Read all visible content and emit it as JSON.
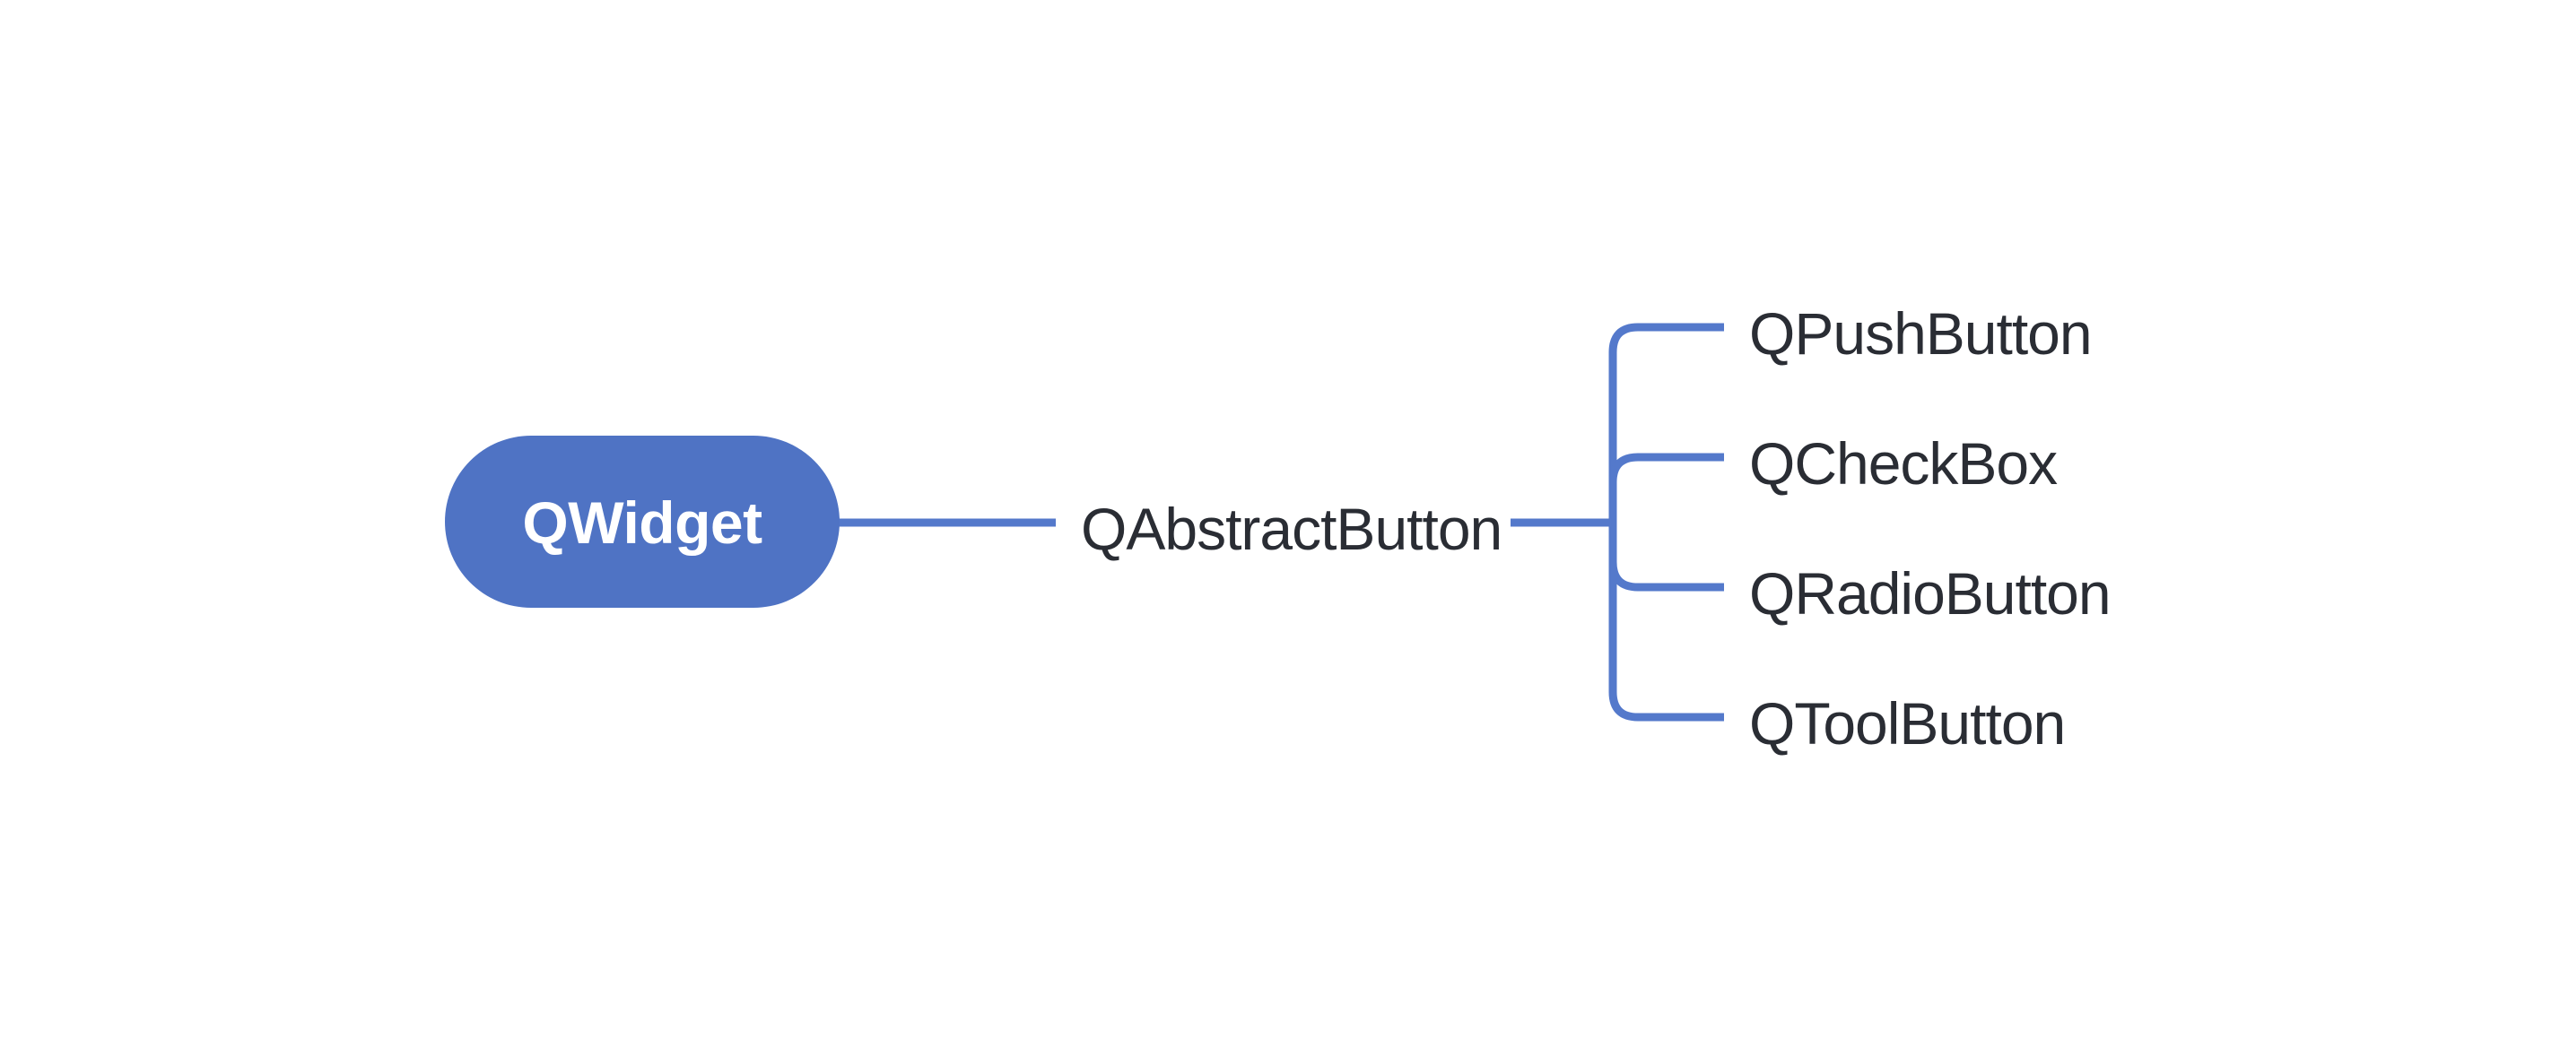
{
  "diagram": {
    "type": "mindmap-hierarchy",
    "root": {
      "label": "QWidget"
    },
    "intermediate": {
      "label": "QAbstractButton"
    },
    "leaves": [
      {
        "label": "QPushButton"
      },
      {
        "label": "QCheckBox"
      },
      {
        "label": "QRadioButton"
      },
      {
        "label": "QToolButton"
      }
    ]
  },
  "colors": {
    "background": "#ffffff",
    "node_fill": "#4F73C4",
    "node_text": "#ffffff",
    "connector": "#5479CB",
    "label_text": "#2A2D34"
  }
}
